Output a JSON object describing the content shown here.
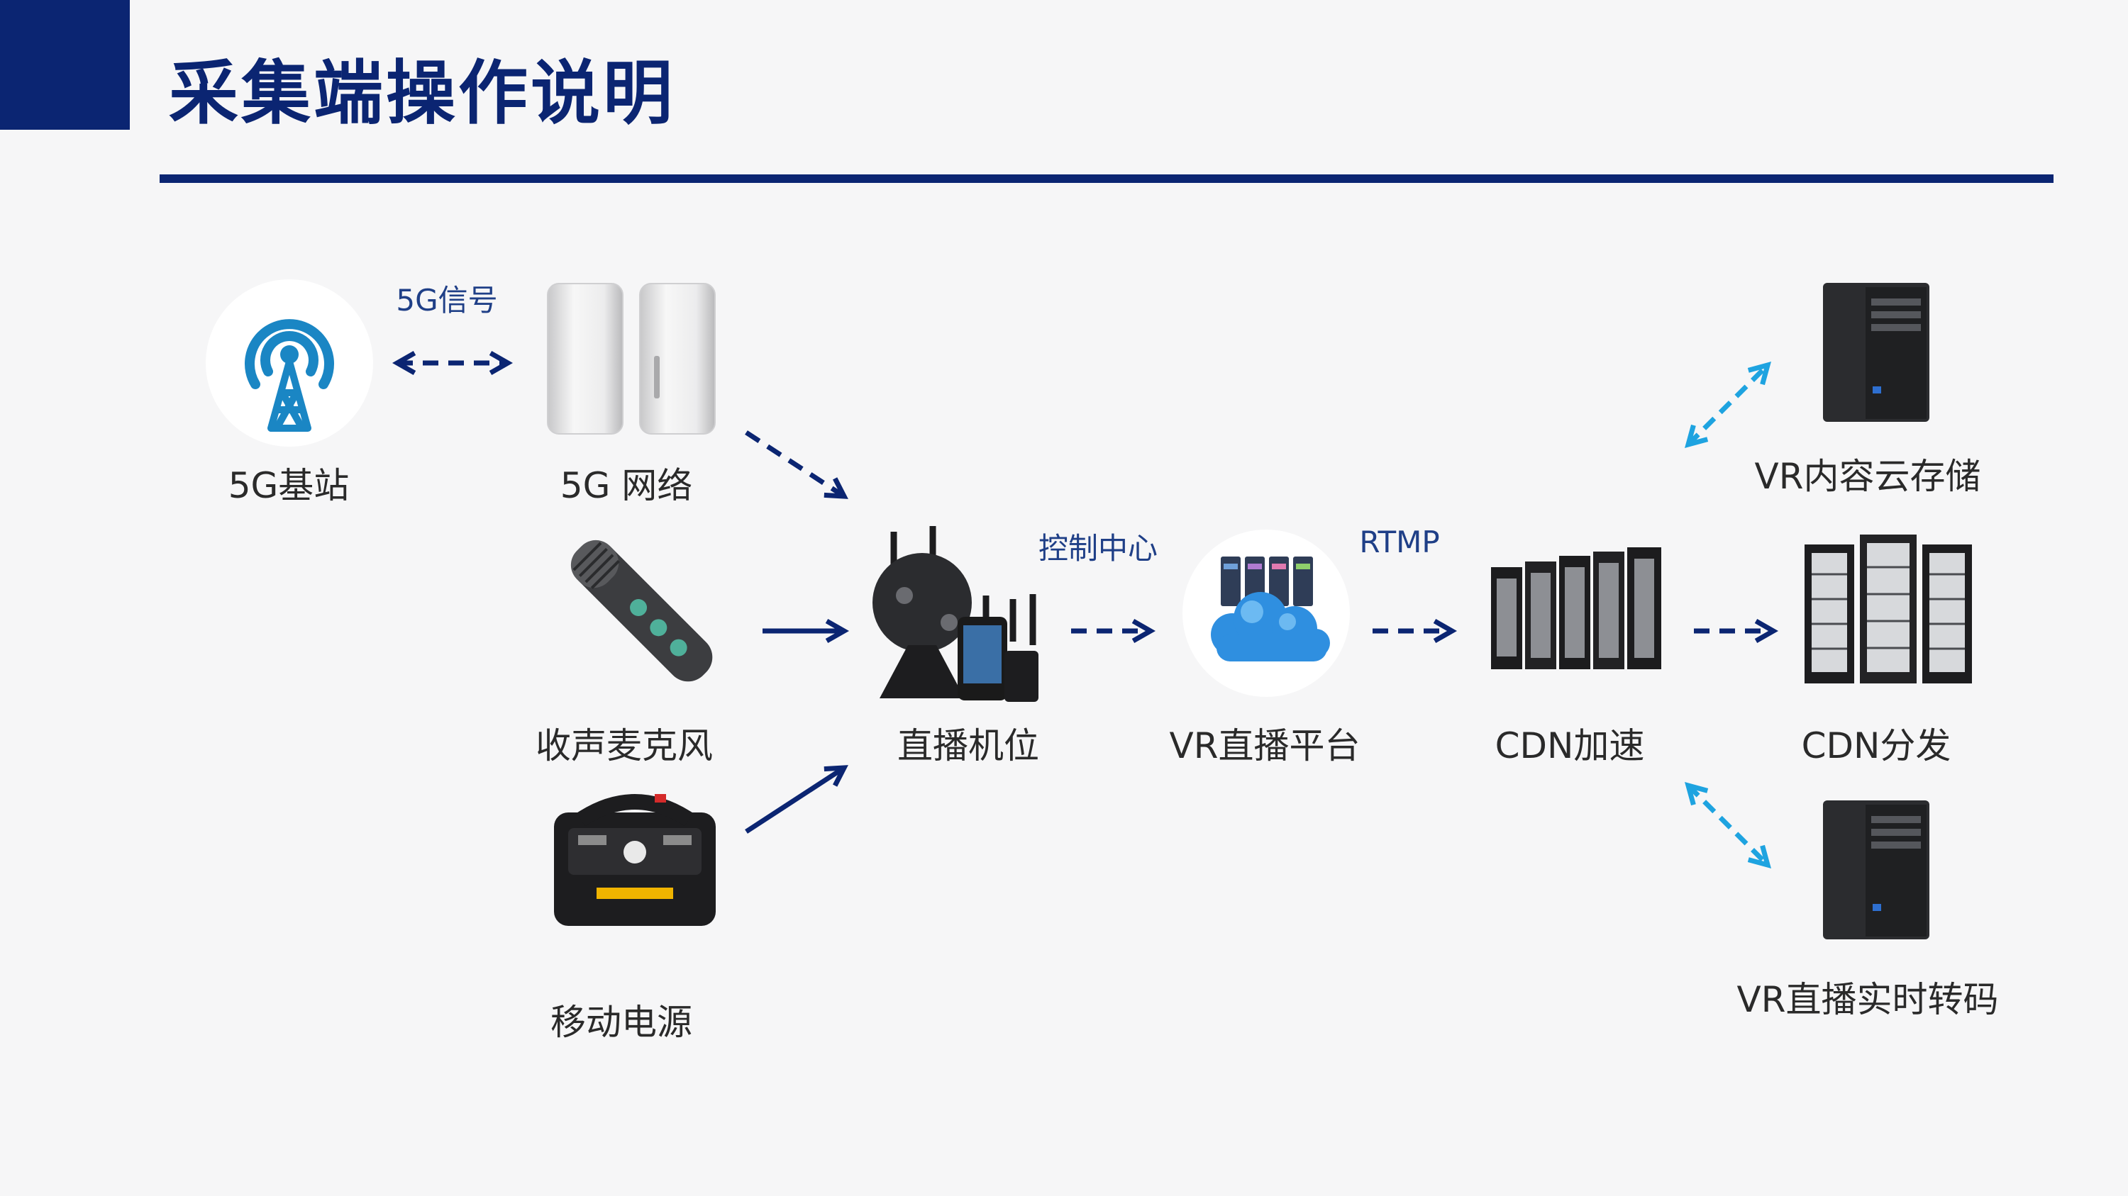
{
  "title": "采集端操作说明",
  "nodes": {
    "base_station": "5G基站",
    "network": "5G 网络",
    "microphone": "收声麦克风",
    "power": "移动电源",
    "camera": "直播机位",
    "platform": "VR直播平台",
    "cdn_accel": "CDN加速",
    "cdn_dist": "CDN分发",
    "storage": "VR内容云存储",
    "transcode": "VR直播实时转码"
  },
  "edges": {
    "signal": "5G信号",
    "control": "控制中心",
    "rtmp": "RTMP"
  },
  "colors": {
    "brand": "#0b2572",
    "arrow_dark": "#0b2572",
    "arrow_light": "#1ea3e0",
    "tower": "#1a86c4"
  }
}
